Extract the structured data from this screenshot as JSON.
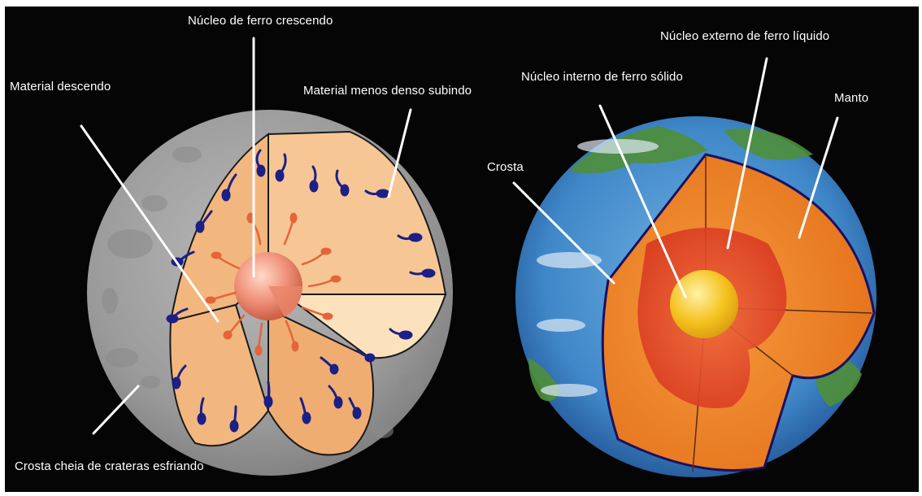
{
  "early_earth": {
    "labels": {
      "growing_iron_core": "Núcleo de ferro crescendo",
      "descending_material": "Material descendo",
      "rising_less_dense_material": "Material menos denso subindo",
      "cooling_cratered_crust": "Crosta cheia de crateras esfriando"
    }
  },
  "modern_earth": {
    "labels": {
      "liquid_outer_core": "Núcleo externo de ferro líquido",
      "solid_inner_core": "Núcleo interno de ferro sólido",
      "mantle": "Manto",
      "crust": "Crosta"
    }
  },
  "colors": {
    "background": "#050505",
    "moon_gray": "#9a9a9a",
    "cutaway_tan": "#f2b77e",
    "blob_blue": "#1c1f86",
    "blob_orange": "#e5643a",
    "ocean_blue": "#3f87c8",
    "land_green": "#4f8f3a",
    "mantle_orange": "#f08a2a",
    "outer_core_red": "#e2412a",
    "inner_core_yellow": "#f5c21e"
  }
}
